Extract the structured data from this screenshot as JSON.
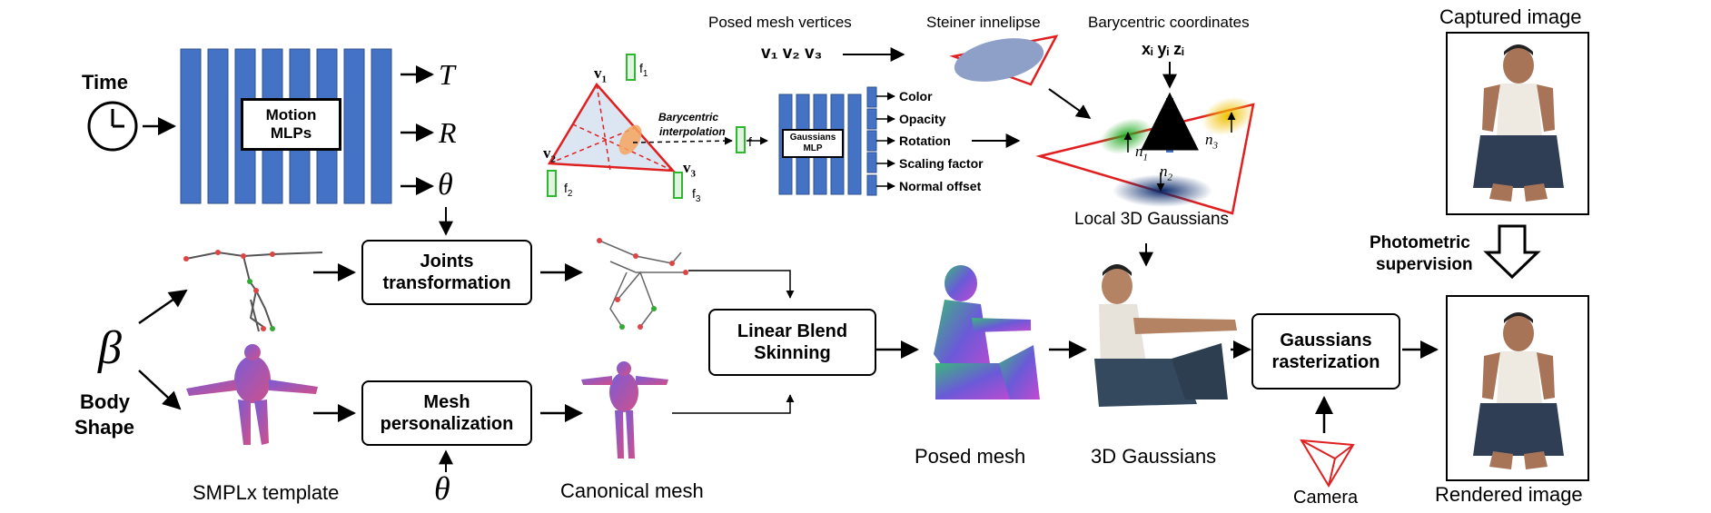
{
  "time": {
    "label": "Time"
  },
  "motion": {
    "label_line1": "Motion",
    "label_line2": "MLPs",
    "out_T": "T",
    "out_R": "R",
    "out_theta": "θ"
  },
  "body": {
    "beta": "β",
    "label_line1": "Body",
    "label_line2": "Shape"
  },
  "boxes": {
    "joints_line1": "Joints",
    "joints_line2": "transformation",
    "mesh_line1": "Mesh",
    "mesh_line2": "personalization",
    "lbs_line1": "Linear Blend",
    "lbs_line2": "Skinning",
    "raster_line1": "Gaussians",
    "raster_line2": "rasterization"
  },
  "captions": {
    "smplx": "SMPLx template",
    "theta_bottom": "θ",
    "canonical": "Canonical mesh",
    "posed_mesh": "Posed mesh",
    "gaussians3d": "3D Gaussians",
    "camera": "Camera",
    "rendered": "Rendered image",
    "captured": "Captured image",
    "photometric_line1": "Photometric",
    "photometric_line2": "supervision",
    "local_gaussians": "Local 3D Gaussians"
  },
  "triangle": {
    "v1": "v",
    "v1_sub": "1",
    "v2": "v",
    "v2_sub": "2",
    "v3": "v",
    "v3_sub": "3",
    "f1": "f",
    "f1_sub": "1",
    "f2": "f",
    "f2_sub": "2",
    "f3": "f",
    "f3_sub": "3",
    "interp_line1": "Barycentric",
    "interp_line2": "interpolation",
    "f": "f"
  },
  "gaussians_mlp": {
    "label_line1": "Gaussians",
    "label_line2": "MLP",
    "outputs": [
      "Color",
      "Opacity",
      "Rotation",
      "Scaling factor",
      "Normal offset"
    ]
  },
  "top": {
    "posed_vertices": "Posed mesh vertices",
    "vertices_formula": "v₁ v₂ v₃",
    "steiner": "Steiner innelipse",
    "barycentric": "Barycentric coordinates",
    "xyz": "xᵢ yᵢ zᵢ",
    "n1": "n",
    "n1_sub": "1",
    "n2": "n",
    "n2_sub": "2",
    "n3": "n",
    "n3_sub": "3"
  },
  "colors": {
    "mlp_blue": "#4472C4",
    "red_outline": "#E02020",
    "feature_green": "#2EB82E"
  }
}
